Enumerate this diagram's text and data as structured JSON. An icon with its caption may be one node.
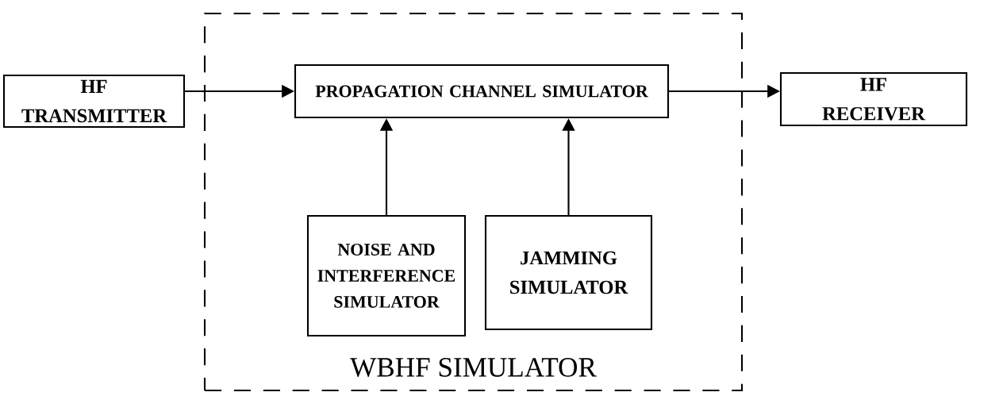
{
  "diagram": {
    "nodes": [
      {
        "text": [
          "WBHF SIMULATOR"
        ]
      },
      {
        "text": [
          "HF TRANSMITTER"
        ]
      },
      {
        "text": [
          "PROPAGATION CHANNEL SIMULATOR"
        ],
        "in": 0
      },
      {
        "text": [
          "HF RECEIVER"
        ]
      },
      {
        "text": [
          "NOISE AND INTERFERENCE SIMULATOR"
        ],
        "in": 0
      },
      {
        "text": [
          "JAMMING SIMULATOR"
        ],
        "in": 0
      }
    ],
    "edges": [
      {
        "from": 1,
        "to": 2,
        "arrow": "to"
      },
      {
        "from": 2,
        "to": 3,
        "arrow": "to"
      },
      {
        "from": 4,
        "to": 2,
        "arrow": "to"
      },
      {
        "from": 5,
        "to": 2,
        "arrow": "to"
      }
    ]
  }
}
